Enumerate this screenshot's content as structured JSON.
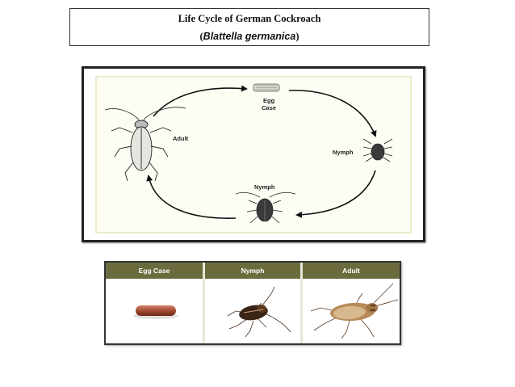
{
  "title": {
    "line1": "Life Cycle of German Cockroach",
    "open_paren": "(",
    "scientific_name": "Blattella germanica",
    "close_paren": ")"
  },
  "cycle": {
    "stages": [
      {
        "id": "egg-case",
        "label_line1": "Egg",
        "label_line2": "Case"
      },
      {
        "id": "nymph-right",
        "label_line1": "Nymph"
      },
      {
        "id": "nymph-bottom",
        "label_line1": "Nymph"
      },
      {
        "id": "adult",
        "label_line1": "Adult"
      }
    ]
  },
  "stage_table": {
    "headers": [
      "Egg Case",
      "Nymph",
      "Adult"
    ],
    "header_color": "#6b6b3e"
  }
}
